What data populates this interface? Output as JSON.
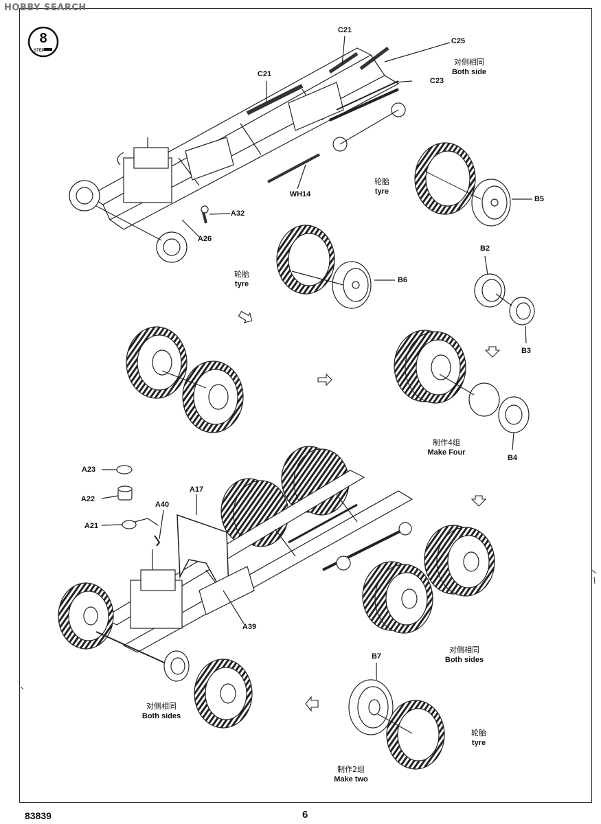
{
  "watermark": "HOBBY SEARCH",
  "step_number": "8",
  "step_label": "STEP",
  "parts": {
    "c21_top": "C21",
    "c25": "C25",
    "c21_left": "C21",
    "c23": "C23",
    "wh14": "WH14",
    "a32": "A32",
    "a26": "A26",
    "b5": "B5",
    "b6": "B6",
    "b2": "B2",
    "b3": "B3",
    "b4": "B4",
    "a23": "A23",
    "a22": "A22",
    "a40": "A40",
    "a17": "A17",
    "a21": "A21",
    "a39": "A39",
    "b7": "B7"
  },
  "captions": {
    "both_side_cn": "对侧相同",
    "both_side_en": "Both side",
    "tyre1_cn": "轮胎",
    "tyre1_en": "tyre",
    "tyre2_cn": "轮胎",
    "tyre2_en": "tyre",
    "make_four_cn": "制作4组",
    "make_four_en": "Make Four",
    "both_sides_right_cn": "对侧相同",
    "both_sides_right_en": "Both sides",
    "both_sides_left_cn": "对侧相同",
    "both_sides_left_en": "Both sides",
    "tyre3_cn": "轮胎",
    "tyre3_en": "tyre",
    "make_two_cn": "制作2组",
    "make_two_en": "Make two"
  },
  "footer": {
    "code": "83839",
    "page": "6"
  }
}
